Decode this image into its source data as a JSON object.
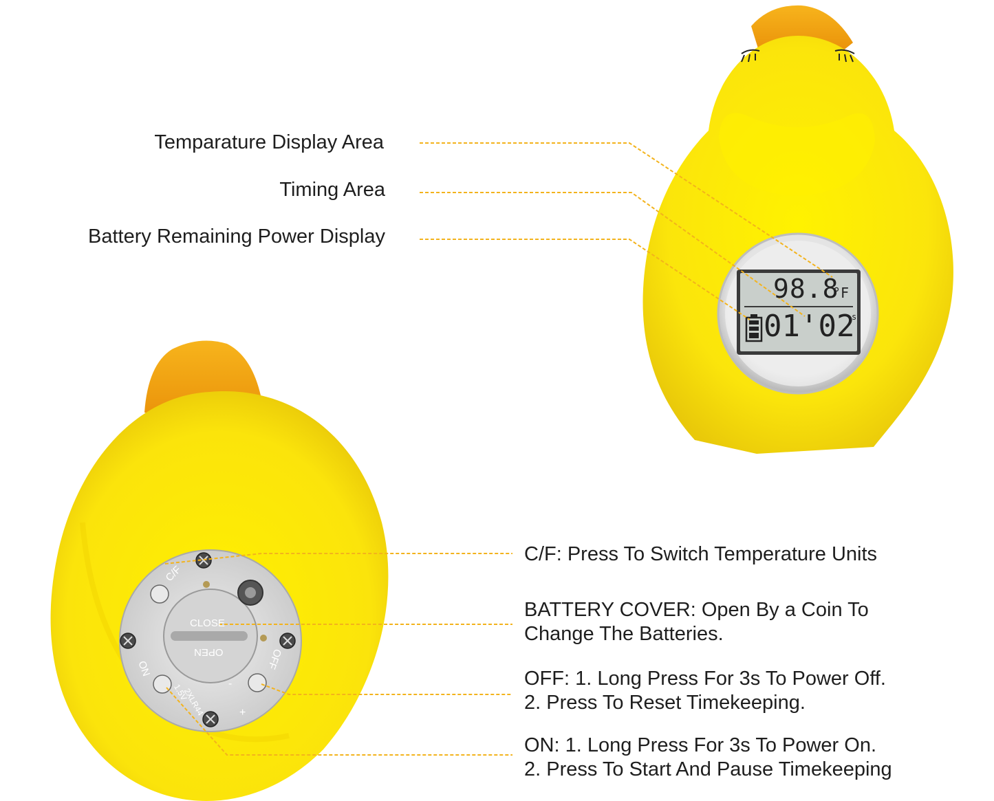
{
  "colors": {
    "duck_body": "#fce60c",
    "duck_beak": "#f5a70e",
    "leader_line": "#f3b31c",
    "plate": "#d9d9d9",
    "lcd": "#c7cdc9"
  },
  "top_labels": [
    {
      "text": "Temparature Display Area"
    },
    {
      "text": "Timing Area"
    },
    {
      "text": "Battery Remaining Power Display"
    }
  ],
  "lcd": {
    "temperature": "98.8",
    "temp_unit": "°F",
    "timer": "01'02",
    "timer_unit": "s"
  },
  "back_plate": {
    "cf": "C/F",
    "close": "CLOSE",
    "open": "OPEN",
    "off": "OFF",
    "on": "ON",
    "battery_spec": "2XLR44",
    "voltage": "1.5V",
    "minus": "-",
    "plus": "+"
  },
  "bottom_notes": [
    {
      "lines": [
        "C/F: Press To Switch Temperature Units"
      ]
    },
    {
      "lines": [
        "BATTERY COVER: Open By a Coin To",
        "Change The Batteries."
      ]
    },
    {
      "lines": [
        "OFF: 1. Long Press For 3s To Power Off.",
        "2. Press To Reset Timekeeping."
      ]
    },
    {
      "lines": [
        "ON: 1. Long Press For 3s To Power On.",
        "2. Press To Start And Pause Timekeeping"
      ]
    }
  ]
}
